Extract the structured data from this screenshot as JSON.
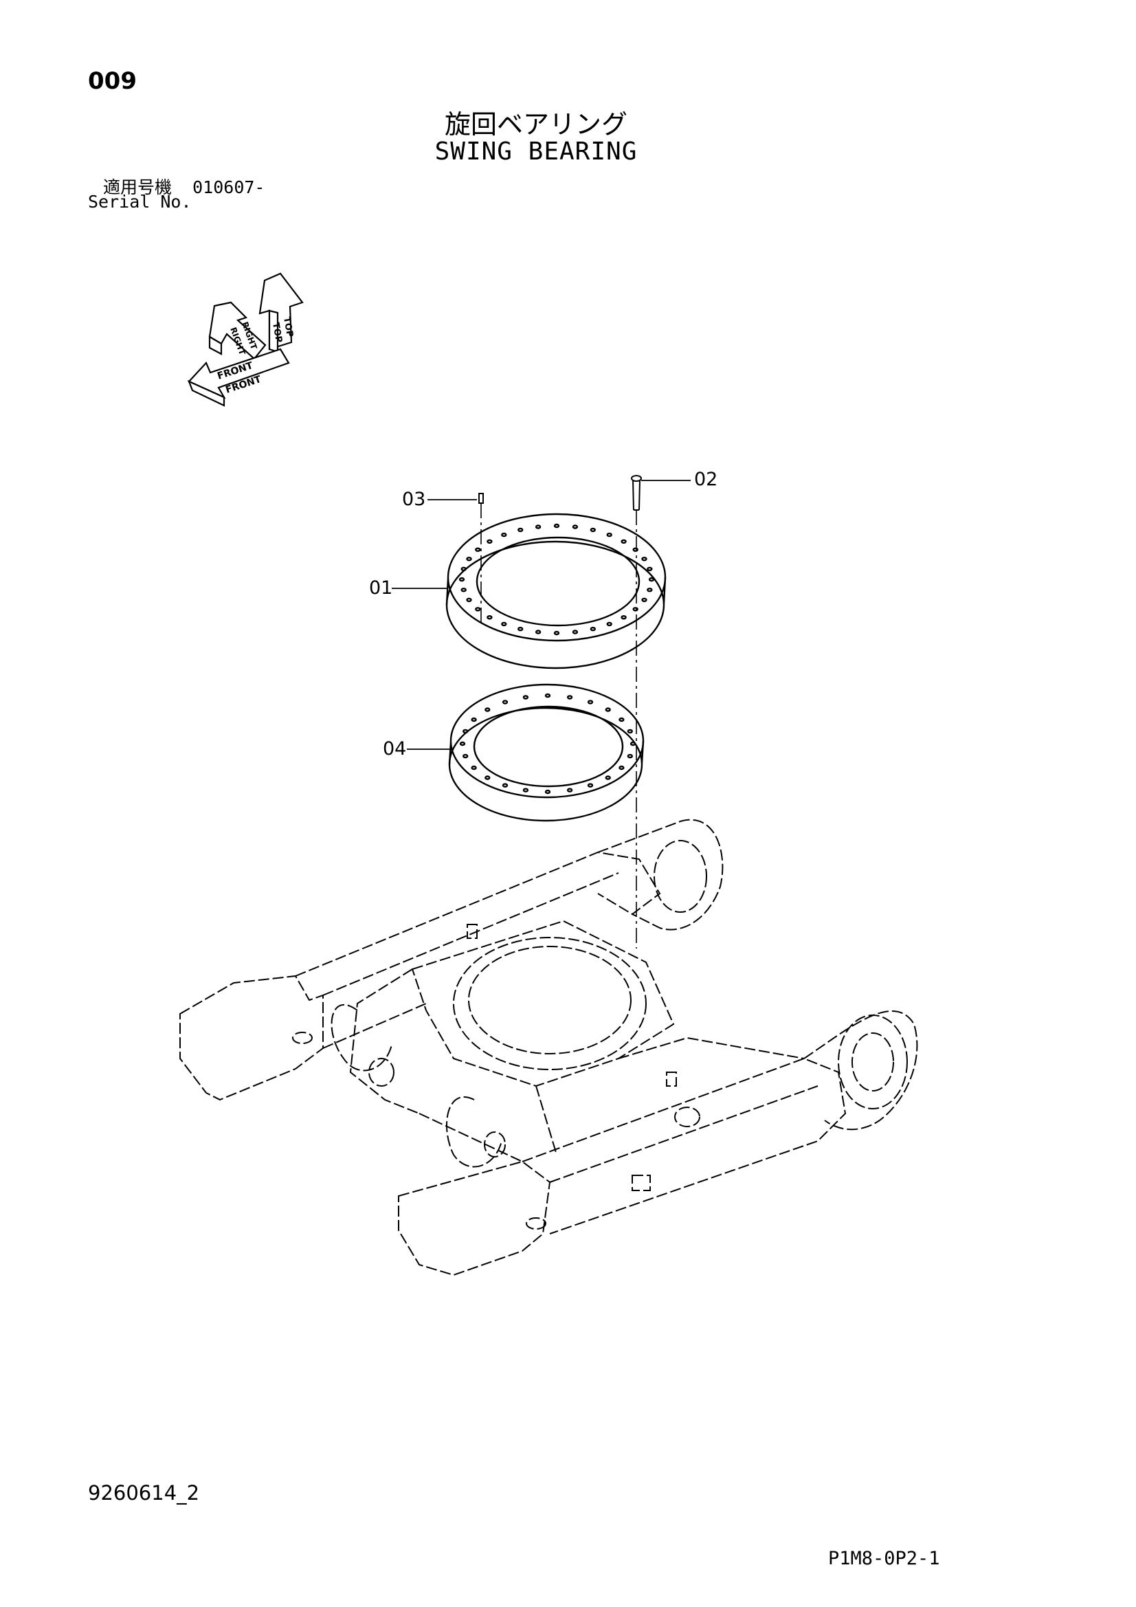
{
  "header": {
    "page_number": "009",
    "title_jp": "旋回ベアリング",
    "title_en": "SWING BEARING",
    "serial_label_jp": "適用号機",
    "serial_value": "010607-",
    "serial_label_en": "Serial No."
  },
  "orientation_indicator": {
    "labels": [
      "TOP",
      "RIGHT",
      "FRONT"
    ]
  },
  "callouts": [
    {
      "id": "01",
      "label": "01"
    },
    {
      "id": "02",
      "label": "02"
    },
    {
      "id": "03",
      "label": "03"
    },
    {
      "id": "04",
      "label": "04"
    }
  ],
  "footer": {
    "drawing_number": "9260614_2",
    "sheet_code": "P1M8-0P2-1"
  }
}
